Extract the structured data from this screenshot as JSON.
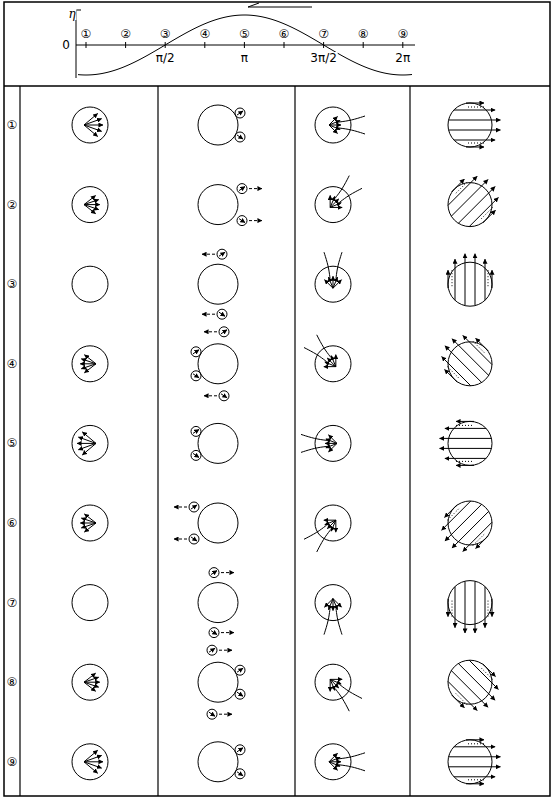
{
  "diagram": {
    "labels": [
      "η",
      "0",
      "①",
      "②",
      "③",
      "④",
      "⑤",
      "⑥",
      "⑦",
      "⑧",
      "⑨",
      "π/2",
      "π",
      "3π/2",
      "2π",
      "①",
      "②",
      "③",
      "④",
      "⑤",
      "⑥",
      "⑦",
      "⑧",
      "⑨"
    ]
  }
}
